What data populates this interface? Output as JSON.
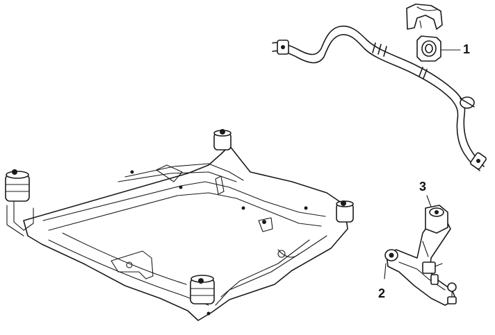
{
  "callouts": [
    {
      "id": "1",
      "label": "1"
    },
    {
      "id": "2",
      "label": "2"
    },
    {
      "id": "3",
      "label": "3"
    }
  ],
  "icons": {
    "subframe": "front-subframe-drawing",
    "stabilizer": "stabilizer-bar-drawing",
    "bushing": "stabilizer-bushing-drawing",
    "control_arm": "lower-control-arm-drawing"
  },
  "colors": {
    "line": "#1a1a1a",
    "background": "#ffffff"
  }
}
